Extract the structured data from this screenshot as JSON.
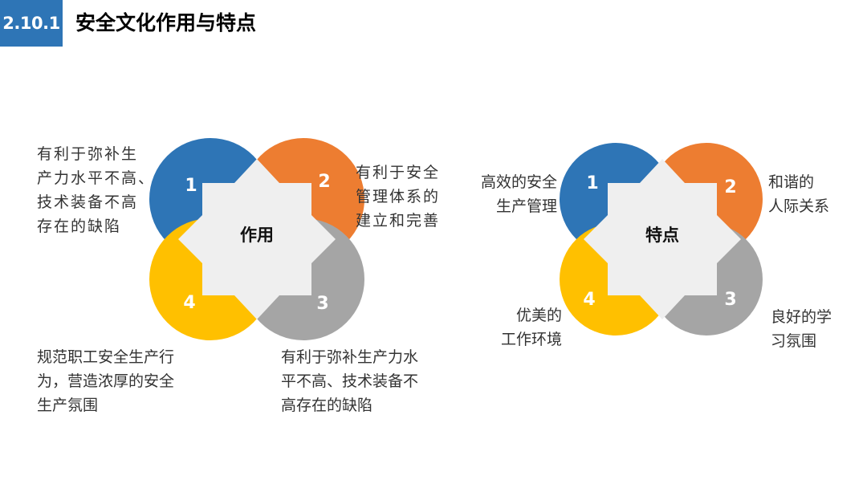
{
  "header": {
    "section_number": "2.10.1",
    "title": "安全文化作用与特点"
  },
  "colors": {
    "accent": "#2e75b6",
    "petal_1": "#2e75b6",
    "petal_2": "#ed7d31",
    "petal_3": "#a5a5a5",
    "petal_4": "#ffc000",
    "star": "#efefef"
  },
  "diagrams": [
    {
      "center": "作用",
      "numbers": [
        "1",
        "2",
        "3",
        "4"
      ],
      "labels": {
        "top_left": [
          "有利于弥补生",
          "产力水平不高、",
          "技术装备不高",
          "存在的缺陷"
        ],
        "top_right": [
          "有利于安全",
          "管理体系的",
          "建立和完善"
        ],
        "bottom_right": [
          "有利于弥补生产力水",
          "平不高、技术装备不",
          "高存在的缺陷"
        ],
        "bottom_left": [
          "规范职工安全生产行",
          "为，营造浓厚的安全",
          "生产氛围"
        ]
      }
    },
    {
      "center": "特点",
      "numbers": [
        "1",
        "2",
        "3",
        "4"
      ],
      "labels": {
        "top_left": [
          "高效的安全",
          "生产管理"
        ],
        "top_right": [
          "和谐的",
          "人际关系"
        ],
        "bottom_right": [
          "良好的学",
          "习氛围"
        ],
        "bottom_left": [
          "优美的",
          "工作环境"
        ]
      }
    }
  ]
}
